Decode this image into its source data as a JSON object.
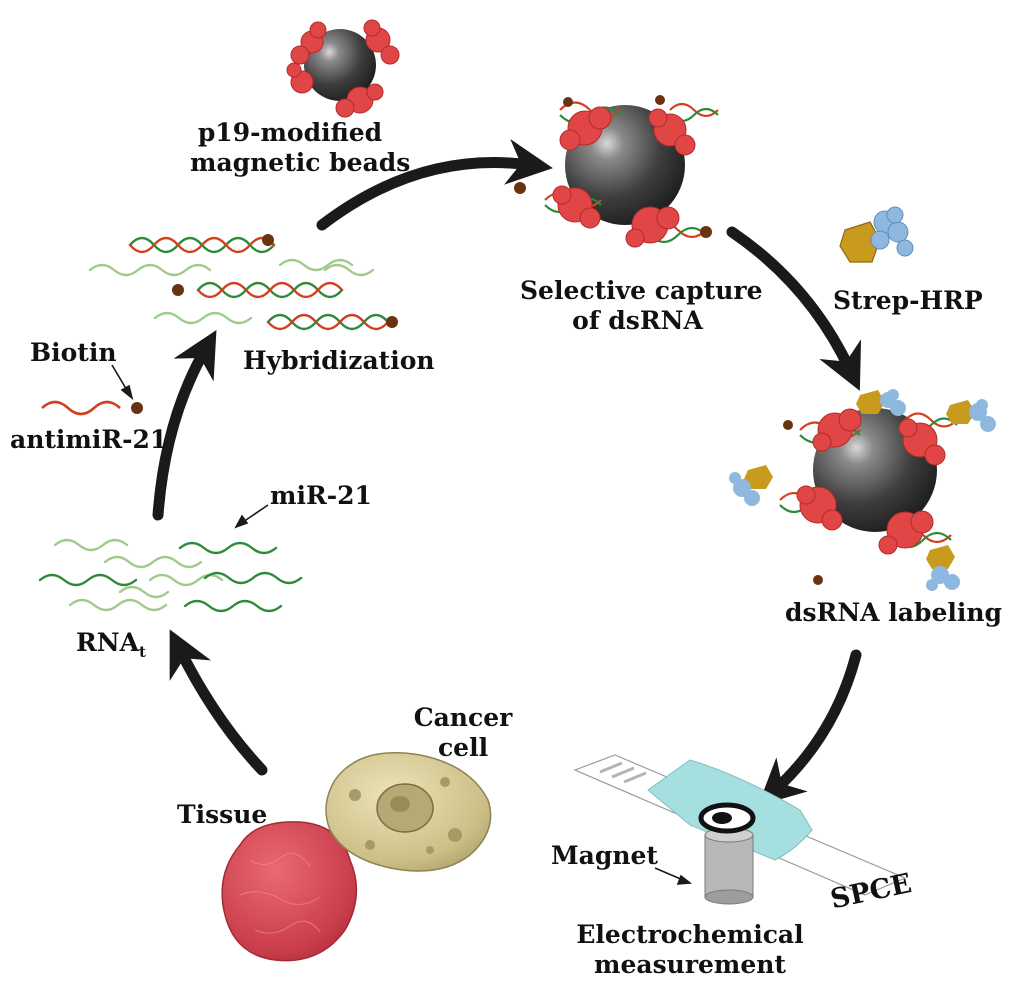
{
  "labels": {
    "beads": [
      "p19-modified",
      "magnetic beads"
    ],
    "capture": [
      "Selective capture",
      "of dsRNA"
    ],
    "strep": "Strep-HRP",
    "labeling": "dsRNA labeling",
    "hybridization": "Hybridization",
    "biotin": "Biotin",
    "antimir": "antimiR-21",
    "mir": "miR-21",
    "rna": "RNA",
    "rna_sub": "t",
    "cancer": [
      "Cancer",
      "cell"
    ],
    "tissue": "Tissue",
    "magnet": "Magnet",
    "spce": "SPCE",
    "electro": [
      "Electrochemical",
      "measurement"
    ]
  },
  "colors": {
    "arrow": "#1a1a1a",
    "protein": "#e04646",
    "bead": "#3e3e3e",
    "rna_dark": "#2e8a3a",
    "rna_light": "#9fcb8a",
    "antimir": "#d0421e",
    "biotin": "#6b3212",
    "hrp": "#8fb8de",
    "strep": "#c89a1e",
    "electrode": "#a6dfe0",
    "tissue": "#d04452",
    "cell": "#cdbf88"
  },
  "icons": [
    "p19-bead-icon",
    "captured-bead-icon",
    "strep-hrp-icon",
    "labeled-bead-icon",
    "electrode-icon",
    "tissue-icon",
    "cancer-cell-icon"
  ]
}
